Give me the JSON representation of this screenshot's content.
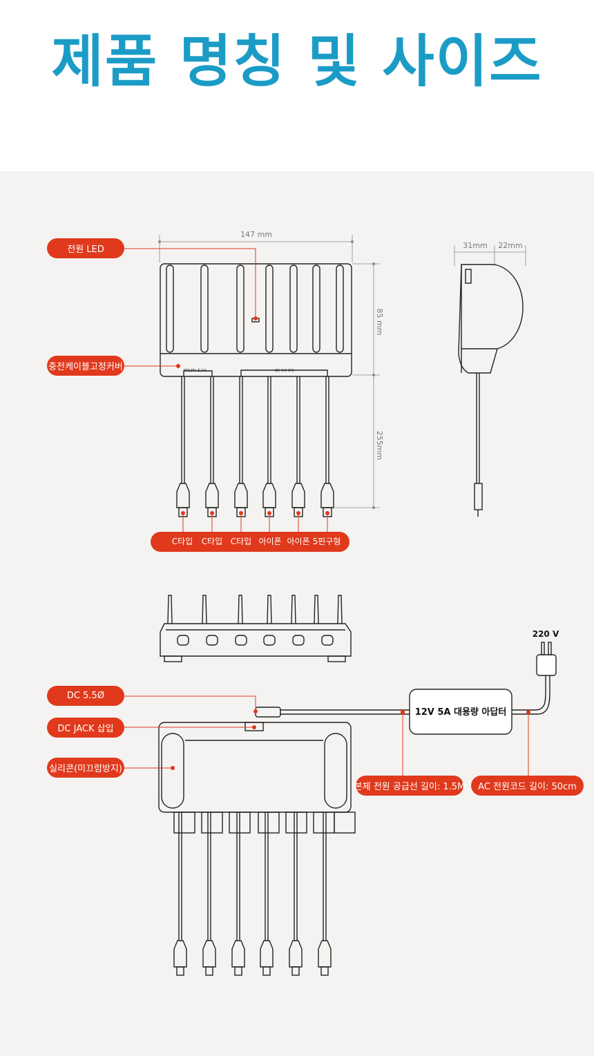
{
  "title": "제품 명칭 및 사이즈",
  "dimensions": {
    "width": "147 mm",
    "height": "85 mm",
    "cable": "255mm",
    "side_a": "31mm",
    "side_b": "22mm"
  },
  "labels": {
    "power_led": "전원 LED",
    "cable_cover": "충전케이블고정커버",
    "dc": "DC 5.5Ø",
    "dc_jack": "DC JACK 삽입",
    "silicone": "실리콘(미끄럼방지)",
    "main_cable": "본체 전원 공급선 길이: 1.5M",
    "ac_cord": "AC 전원코드 길이: 50cm"
  },
  "cable_tips": [
    "C타입",
    "C타입",
    "C타입",
    "아이폰",
    "아이폰",
    "5핀구형"
  ],
  "adapter": "12V 5A 대용량 아답터",
  "voltage": "220  V",
  "port_labels": {
    "left": "PPS/PD 초고속",
    "right": "QC 3.0 고속"
  }
}
